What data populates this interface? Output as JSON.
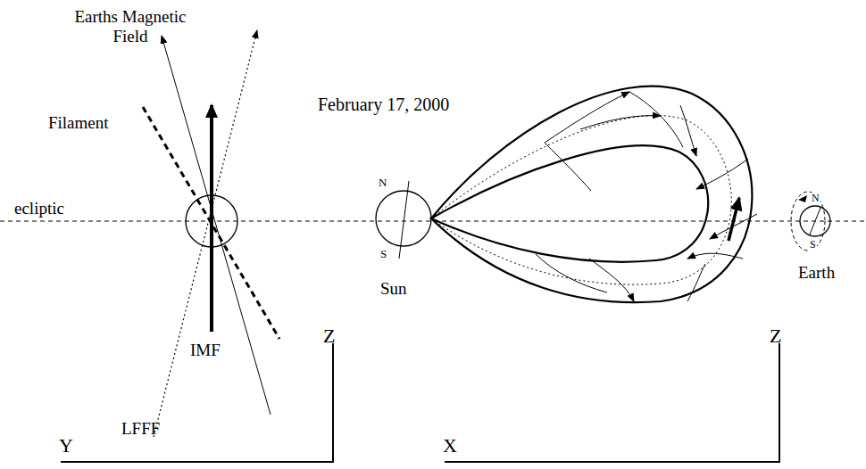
{
  "diagram": {
    "title": "February 17, 2000",
    "nodes": [
      {
        "text": [
          "N",
          "S",
          "Sun"
        ]
      },
      {
        "text": [
          "N",
          "S",
          "Earth"
        ]
      }
    ],
    "labels": [
      "Earths Magnetic Field",
      "Filament",
      "ecliptic",
      "IMF",
      "LFFF",
      "Y",
      "Z",
      "X",
      "Z"
    ]
  }
}
